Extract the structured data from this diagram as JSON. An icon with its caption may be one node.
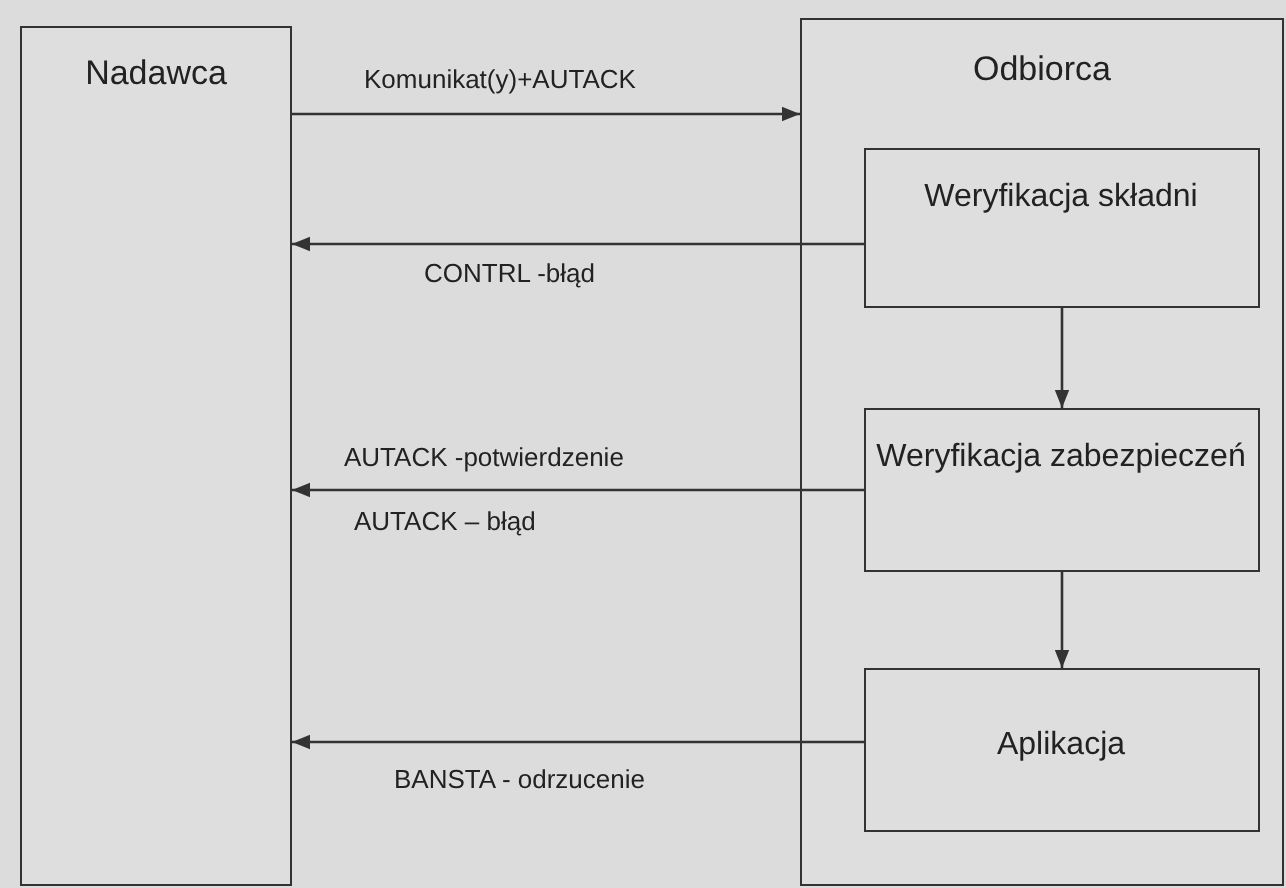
{
  "diagram": {
    "nodes": [
      {
        "text": [
          "Nadawca"
        ]
      },
      {
        "text": [
          "Odbiorca"
        ]
      },
      {
        "text": [
          "Weryfikacja składni"
        ],
        "in": 1
      },
      {
        "text": [
          "Weryfikacja zabezpieczeń"
        ],
        "in": 1
      },
      {
        "text": [
          "Aplikacja"
        ],
        "in": 1
      }
    ],
    "edges": [
      {
        "from": 0,
        "to": 1,
        "arrow": "to",
        "label": "Komunikat(y)+AUTACK"
      },
      {
        "from": 2,
        "to": 0,
        "arrow": "to",
        "label": "CONTRL -błąd"
      },
      {
        "from": 2,
        "to": 3,
        "arrow": "to"
      },
      {
        "from": 3,
        "to": 0,
        "arrow": "to",
        "label": "AUTACK -potwierdzenie"
      },
      {
        "from": 3,
        "to": 4,
        "arrow": "to"
      },
      {
        "from": 4,
        "to": 0,
        "arrow": "to",
        "label": "BANSTA - odrzucenie"
      }
    ],
    "labels": [
      "AUTACK – błąd"
    ]
  }
}
